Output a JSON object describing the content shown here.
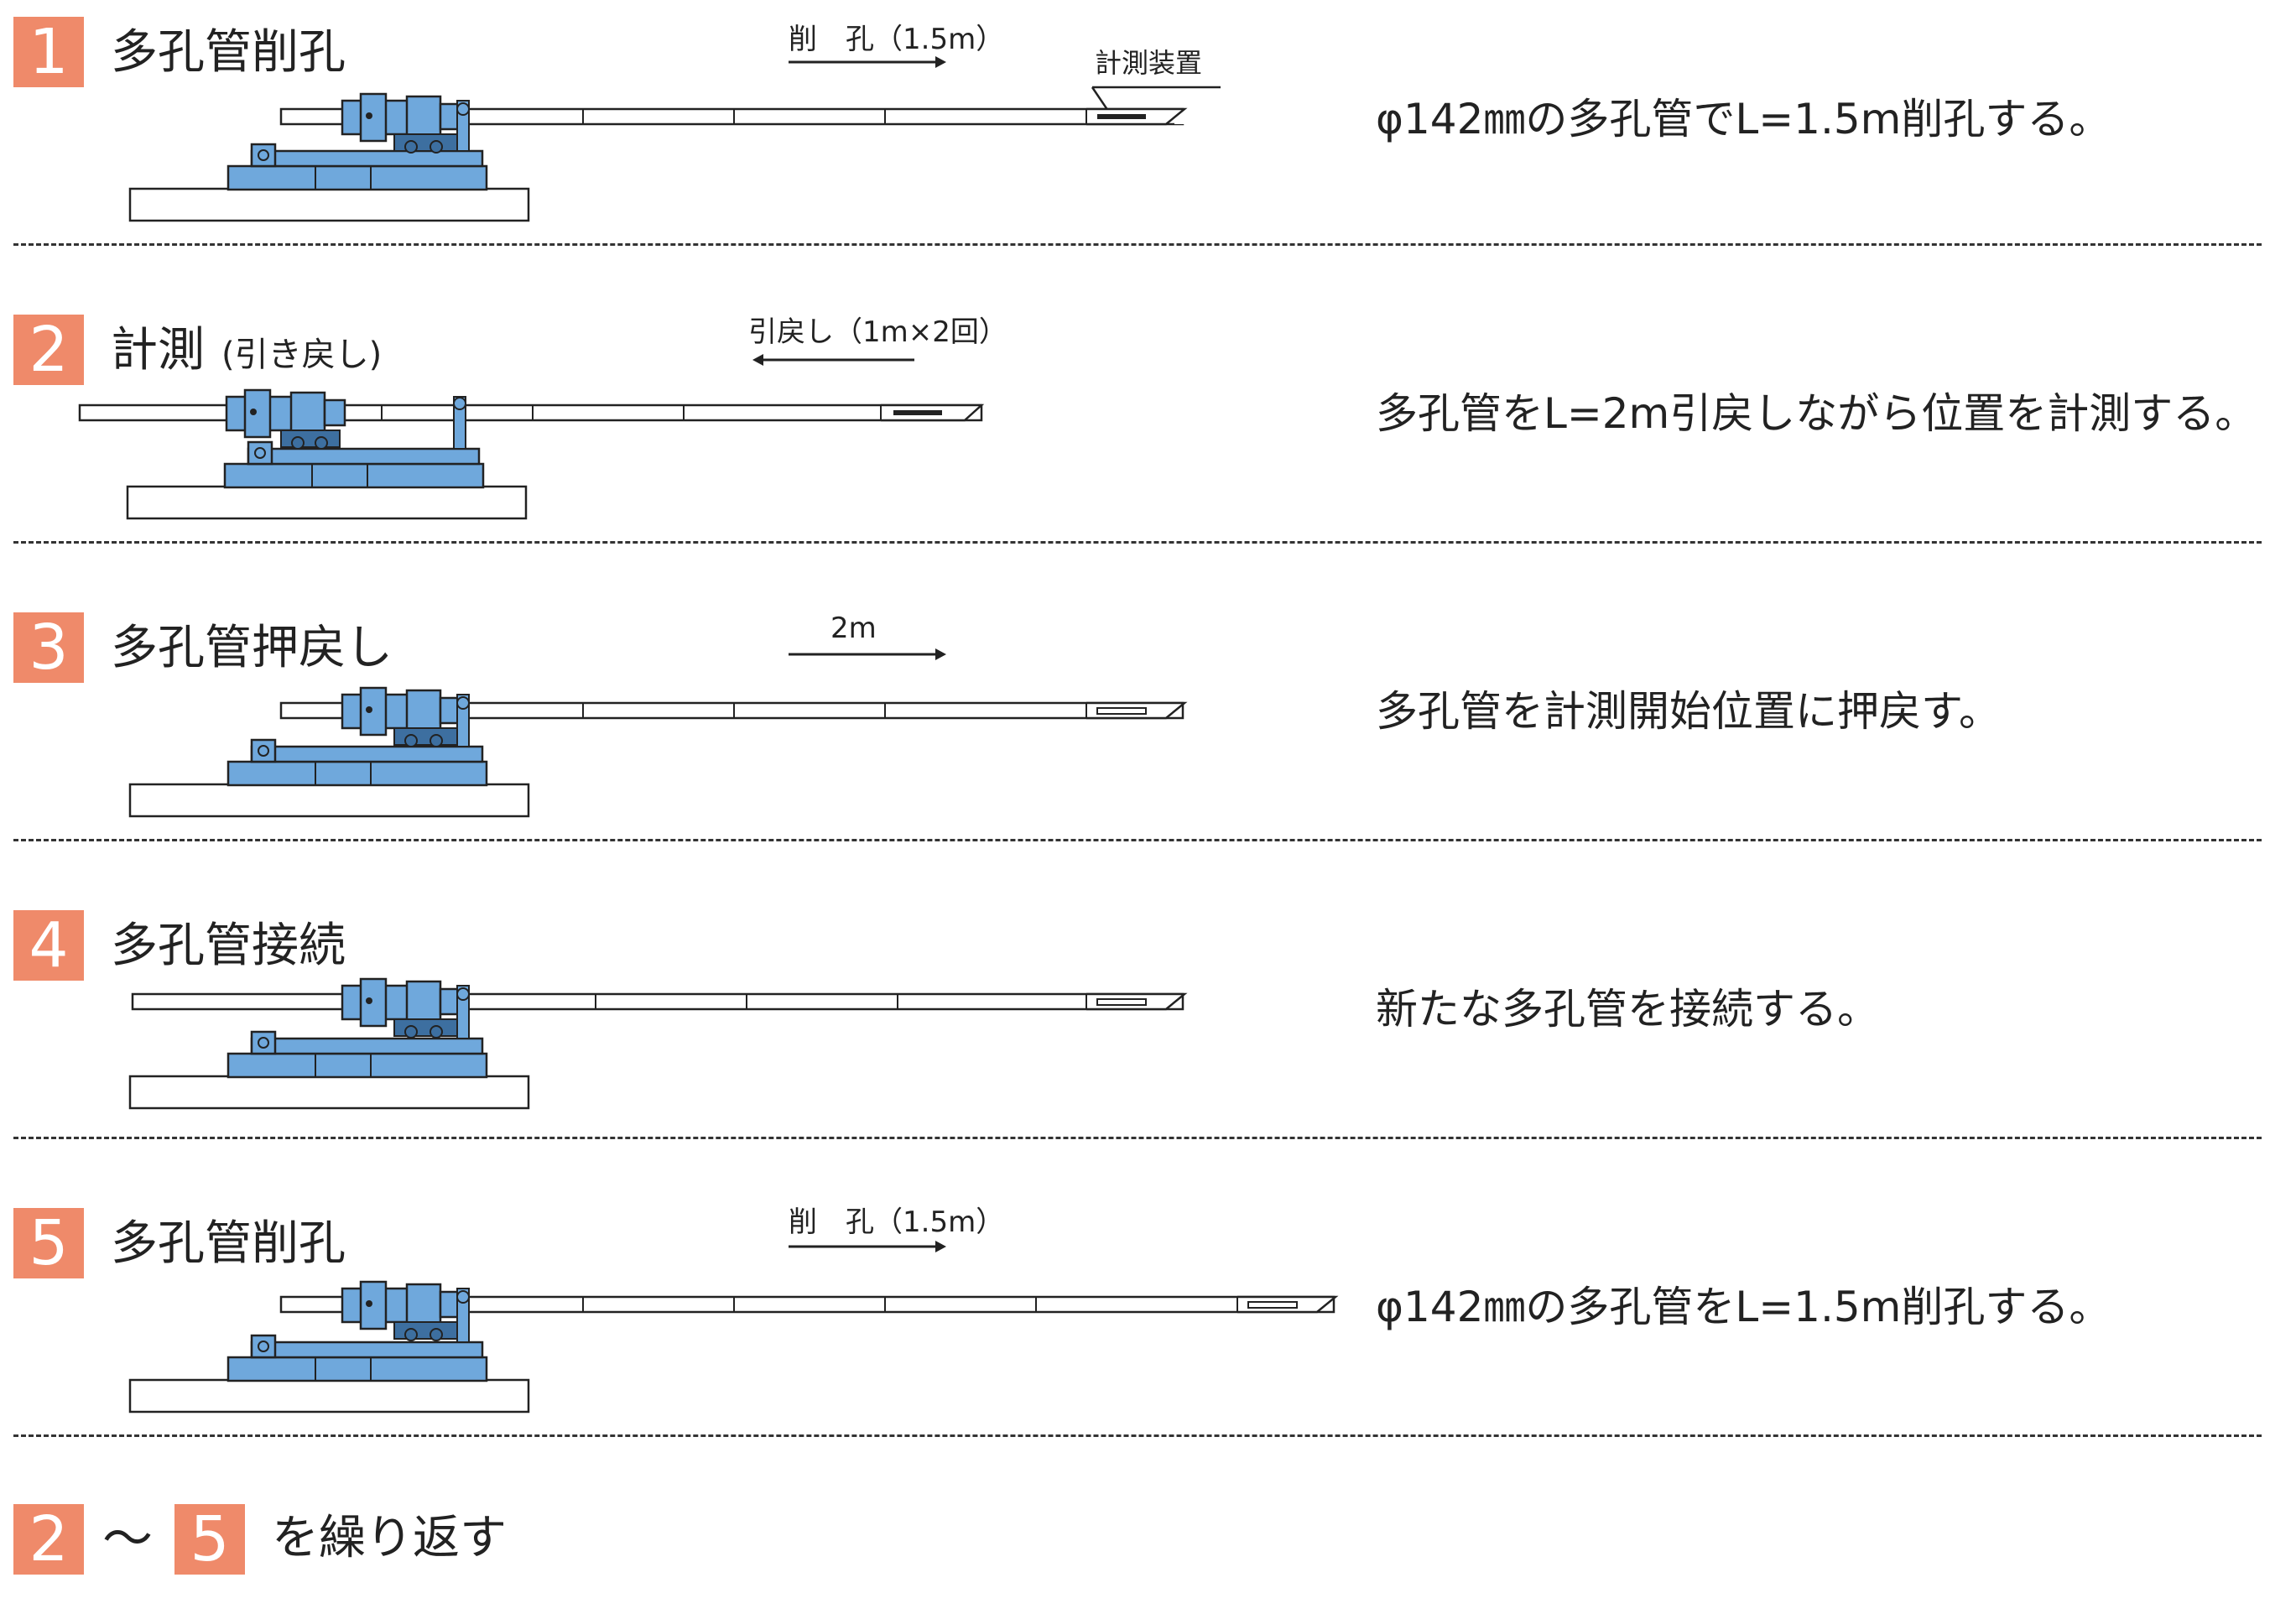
{
  "steps": [
    {
      "number": "1",
      "title": "多孔管削孔",
      "subtitle": "",
      "arrow_label": "削　孔（1.5m）",
      "device_label": "計測装置",
      "description": "φ142㎜の多孔管でL=1.5m削孔する。"
    },
    {
      "number": "2",
      "title": "計測",
      "subtitle": "(引き戻し)",
      "arrow_label": "引戻し（1m×2回）",
      "device_label": "",
      "description": "多孔管をL=2m引戻しながら位置を計測する。"
    },
    {
      "number": "3",
      "title": "多孔管押戻し",
      "subtitle": "",
      "arrow_label": "2m",
      "device_label": "",
      "description": "多孔管を計測開始位置に押戻す。"
    },
    {
      "number": "4",
      "title": "多孔管接続",
      "subtitle": "",
      "arrow_label": "",
      "device_label": "",
      "description": "新たな多孔管を接続する。"
    },
    {
      "number": "5",
      "title": "多孔管削孔",
      "subtitle": "",
      "arrow_label": "削　孔（1.5m）",
      "device_label": "",
      "description": "φ142㎜の多孔管をL=1.5m削孔する。"
    }
  ],
  "footer": {
    "from": "2",
    "tilde": "〜",
    "to": "5",
    "text": "を繰り返す"
  },
  "colors": {
    "badge": "#ef8a6a",
    "machine_fill": "#6fa8dc",
    "machine_dark": "#3d6fa0",
    "line": "#222222"
  }
}
